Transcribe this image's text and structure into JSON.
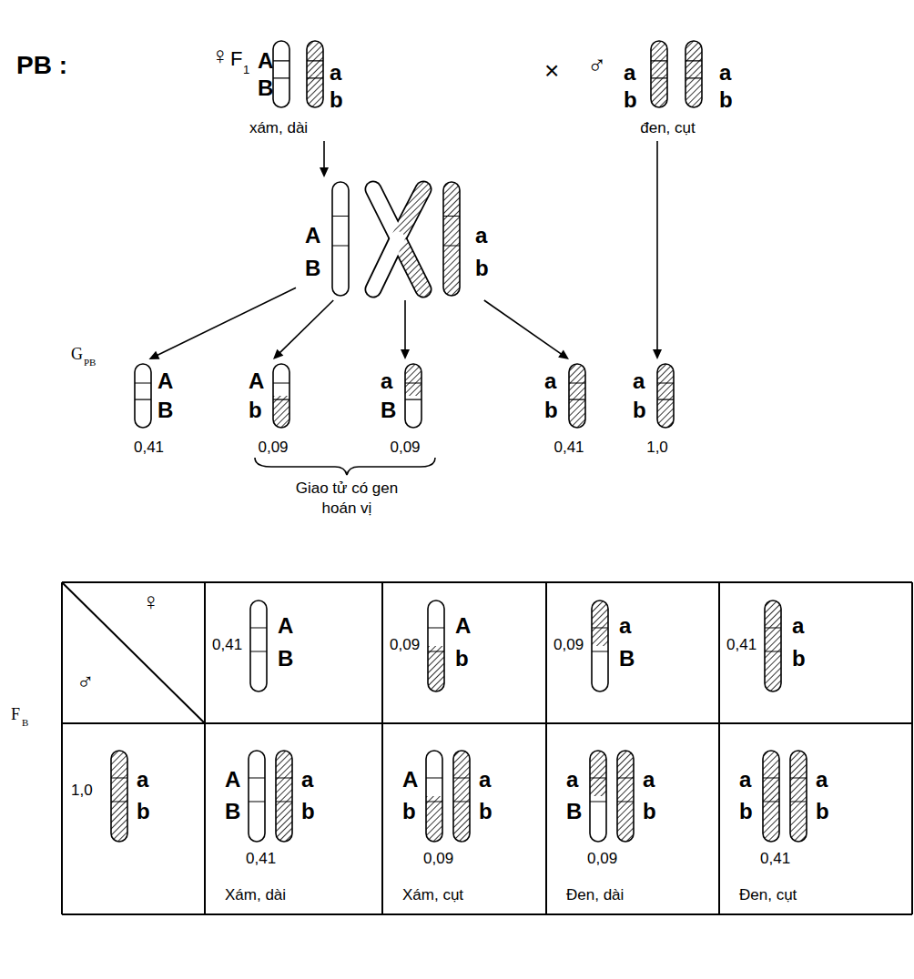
{
  "diagram": {
    "nodes": [
      {
        "text": [
          "♀",
          "F",
          "1",
          "A",
          "B",
          "a",
          "b",
          "xám, dài"
        ]
      },
      {
        "text": [
          "♂",
          "a",
          "b",
          "a",
          "b",
          "đen, cụt"
        ]
      },
      {
        "text": [
          "A",
          "B",
          "a",
          "b"
        ]
      },
      {
        "text": [
          "A",
          "B",
          "0,41"
        ]
      },
      {
        "text": [
          "A",
          "b",
          "0,09"
        ]
      },
      {
        "text": [
          "a",
          "B",
          "0,09"
        ]
      },
      {
        "text": [
          "a",
          "b",
          "0,41"
        ]
      },
      {
        "text": [
          "a",
          "b",
          "1,0"
        ]
      }
    ],
    "edges": [
      {
        "from": 0,
        "to": 2,
        "arrow": "to"
      },
      {
        "from": 2,
        "to": 3,
        "arrow": "to"
      },
      {
        "from": 2,
        "to": 4,
        "arrow": "to"
      },
      {
        "from": 2,
        "to": 5,
        "arrow": "to"
      },
      {
        "from": 2,
        "to": 6,
        "arrow": "to"
      },
      {
        "from": 1,
        "to": 7,
        "arrow": "to"
      }
    ],
    "labels": [
      "PB :",
      "×",
      "G",
      "PB",
      "Giao tử có gen hoán vị",
      "F",
      "B",
      "♀",
      "♂",
      "0,41",
      "A",
      "B",
      "0,09",
      "A",
      "b",
      "0,09",
      "a",
      "B",
      "0,41",
      "a",
      "b",
      "1,0",
      "a",
      "b",
      "A",
      "B",
      "a",
      "b",
      "0,41",
      "Xám, dài",
      "A",
      "b",
      "a",
      "b",
      "0,09",
      "Xám, cụt",
      "a",
      "B",
      "a",
      "b",
      "0,09",
      "Đen, dài",
      "a",
      "b",
      "a",
      "b",
      "0,41",
      "Đen, cụt"
    ]
  }
}
